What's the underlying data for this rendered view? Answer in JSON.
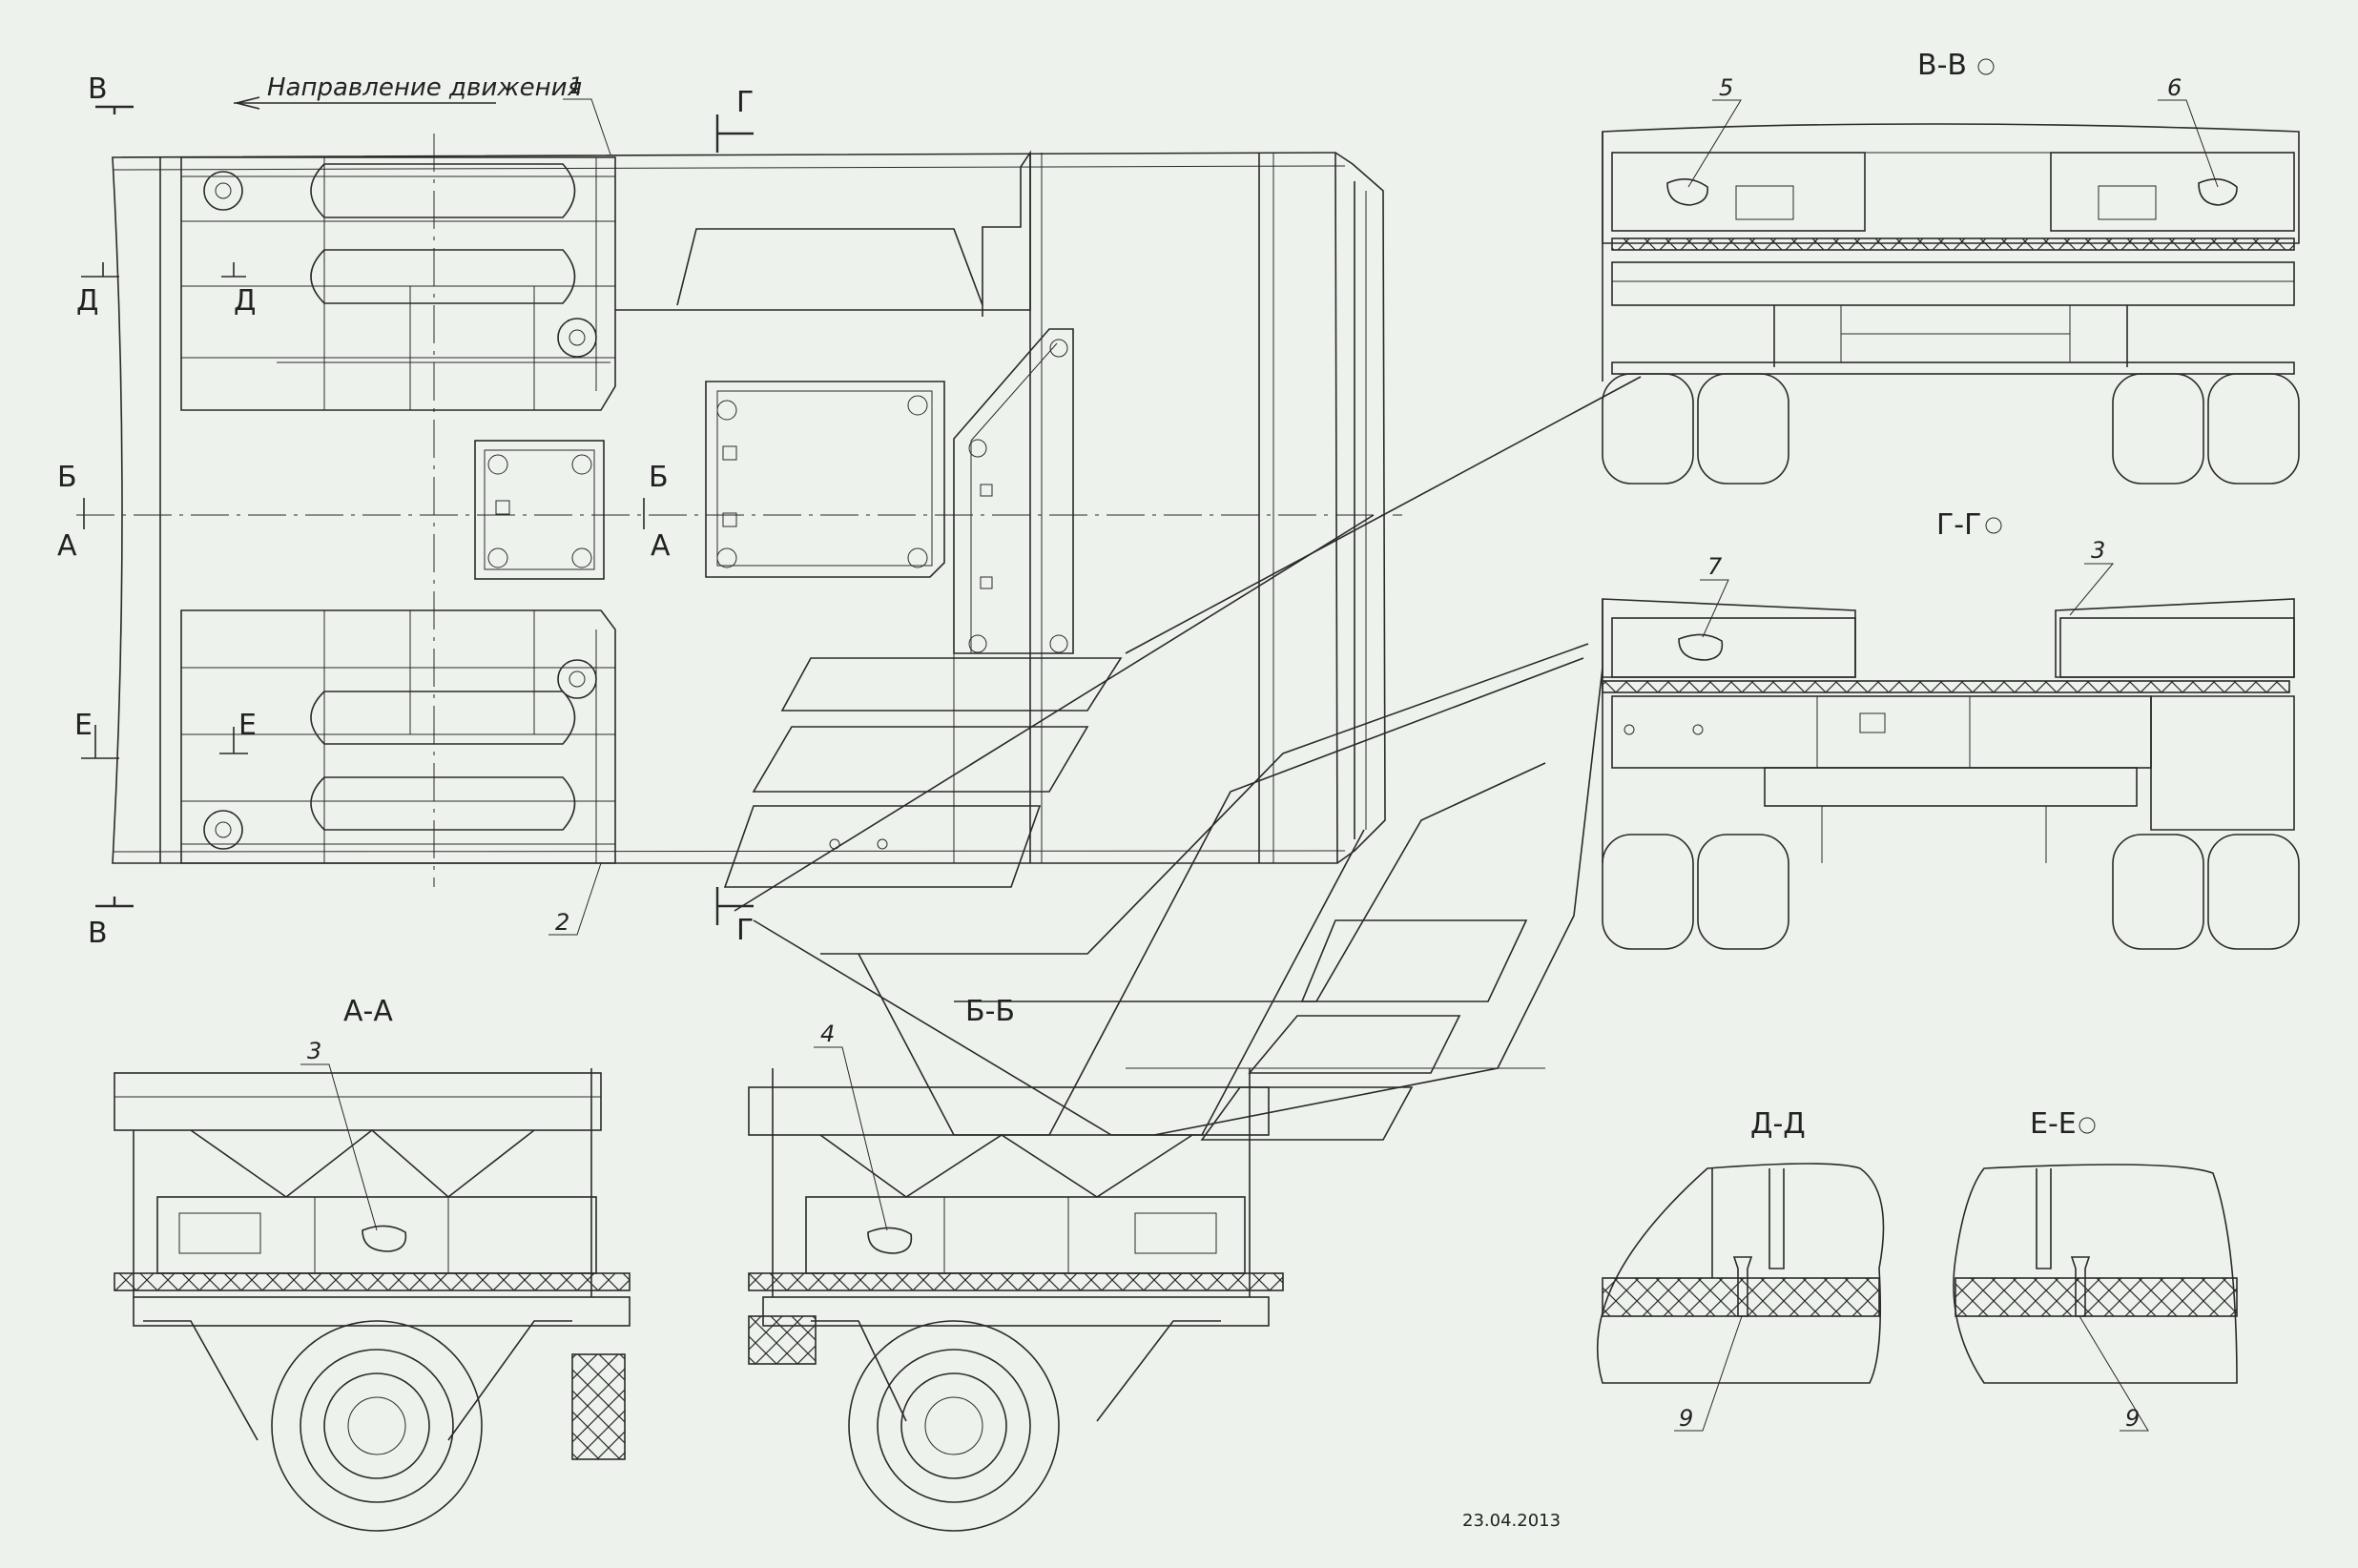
{
  "plan": {
    "direction_label": "Направление движения",
    "cut_letters": {
      "v_top": "В",
      "v_bottom": "В",
      "g_top": "Г",
      "g_bottom": "Г",
      "d_outer": "Д",
      "d_inner": "Д",
      "b_outer": "Б",
      "b_inner": "Б",
      "a_outer": "А",
      "a_inner": "А",
      "e_outer": "Е",
      "e_inner": "Е"
    },
    "callouts": {
      "n1": "1",
      "n2": "2"
    }
  },
  "views": {
    "vv": {
      "title": "В-В",
      "n5": "5",
      "n6": "6"
    },
    "gg": {
      "title": "Г-Г",
      "n7": "7",
      "n3": "3"
    },
    "aa": {
      "title": "А-А",
      "n3": "3"
    },
    "bb": {
      "title": "Б-Б",
      "n4": "4"
    },
    "dd": {
      "title": "Д-Д",
      "n9": "9"
    },
    "ee": {
      "title": "Е-Е",
      "n9": "9"
    }
  },
  "date": "23.04.2013",
  "colors": {
    "background": "#eef2ed",
    "line": "#2a2a2a"
  }
}
